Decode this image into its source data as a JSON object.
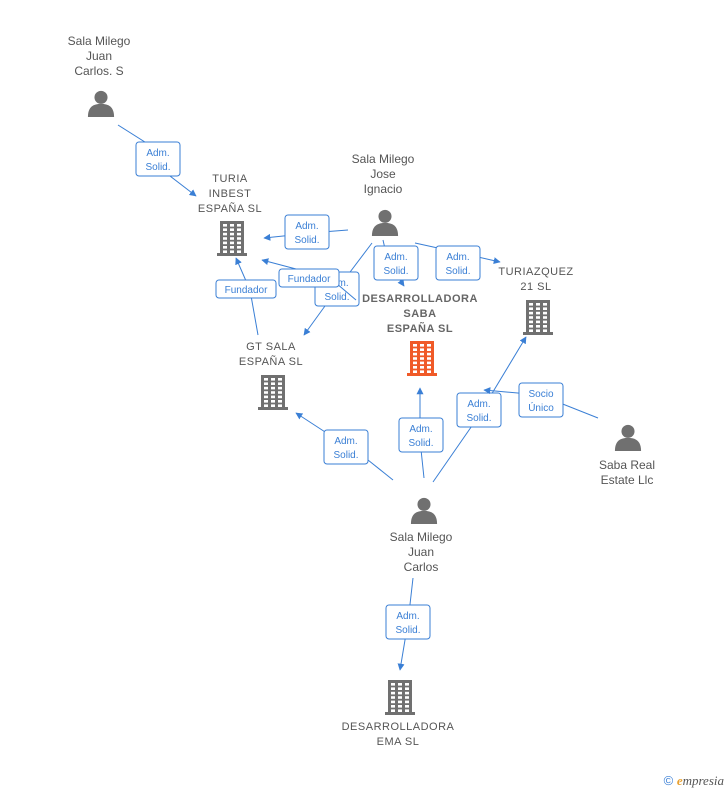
{
  "colors": {
    "edge": "#3a7fd5",
    "person": "#707070",
    "company": "#707070",
    "focus_company": "#f05a28"
  },
  "nodes": [
    {
      "id": "smjcs",
      "type": "person",
      "lines": [
        "Sala Milego",
        "Juan",
        "Carlos.  S"
      ]
    },
    {
      "id": "smji",
      "type": "person",
      "lines": [
        "Sala Milego",
        "Jose",
        "Ignacio"
      ]
    },
    {
      "id": "turia",
      "type": "company",
      "lines": [
        "TURIA",
        "INBEST",
        "ESPAÑA  SL"
      ]
    },
    {
      "id": "dss",
      "type": "company",
      "focus": true,
      "lines": [
        "DESARROLLADORA",
        "SABA",
        "ESPAÑA  SL"
      ]
    },
    {
      "id": "tur21",
      "type": "company",
      "lines": [
        "TURIAZQUEZ",
        "21  SL"
      ]
    },
    {
      "id": "gtsala",
      "type": "company",
      "lines": [
        "GT SALA",
        "ESPAÑA  SL"
      ]
    },
    {
      "id": "sabareal",
      "type": "person",
      "lines": [
        "Saba Real",
        "Estate Llc"
      ]
    },
    {
      "id": "smjc",
      "type": "person",
      "lines": [
        "Sala Milego",
        "Juan",
        "Carlos"
      ]
    },
    {
      "id": "dema",
      "type": "company",
      "lines": [
        "DESARROLLADORA",
        "EMA  SL"
      ]
    }
  ],
  "edge_labels": [
    {
      "id": "e1",
      "lines": [
        "Adm.",
        "Solid."
      ]
    },
    {
      "id": "e2",
      "lines": [
        "Adm.",
        "Solid."
      ]
    },
    {
      "id": "e3",
      "lines": [
        "Adm.",
        "Solid."
      ]
    },
    {
      "id": "e4",
      "lines": [
        "Adm.",
        "Solid."
      ]
    },
    {
      "id": "e5",
      "lines": [
        "Adm.",
        "Solid."
      ]
    },
    {
      "id": "e6",
      "lines": [
        "Fundador"
      ]
    },
    {
      "id": "e7",
      "lines": [
        "Fundador"
      ]
    },
    {
      "id": "e8",
      "lines": [
        "Adm.",
        "Solid."
      ]
    },
    {
      "id": "e9",
      "lines": [
        "Adm.",
        "Solid."
      ]
    },
    {
      "id": "e10",
      "lines": [
        "Adm.",
        "Solid."
      ]
    },
    {
      "id": "e11",
      "lines": [
        "Socio",
        "Único"
      ]
    },
    {
      "id": "e12",
      "lines": [
        "Adm.",
        "Solid."
      ]
    }
  ],
  "copyright": {
    "symbol": "©",
    "brand_first": "e",
    "brand_rest": "mpresia"
  }
}
